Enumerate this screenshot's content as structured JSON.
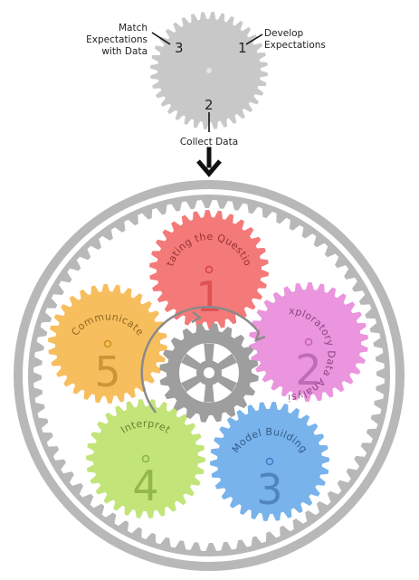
{
  "top_gear": {
    "steps": [
      {
        "number": "1",
        "caption": [
          "Develop",
          "Expectations"
        ]
      },
      {
        "number": "2",
        "caption": [
          "Collect Data"
        ]
      },
      {
        "number": "3",
        "caption": [
          "Match",
          "Expectations",
          "with Data"
        ]
      }
    ]
  },
  "stages": [
    {
      "number": "1",
      "label": "Stating the Question",
      "color": "#f25c5c"
    },
    {
      "number": "2",
      "label": "Exploratory Data Analysis",
      "color": "#e57ed6"
    },
    {
      "number": "3",
      "label": "Model Building",
      "color": "#5aa2e8"
    },
    {
      "number": "4",
      "label": "Interpret",
      "color": "#b5de5c"
    },
    {
      "number": "5",
      "label": "Communicate",
      "color": "#f5b03a"
    }
  ],
  "colors": {
    "top_gear": "#c8c8c8",
    "ring_gear": "#b8b8b8",
    "sun_gear": "#9e9e9e",
    "arrow": "#111111"
  }
}
